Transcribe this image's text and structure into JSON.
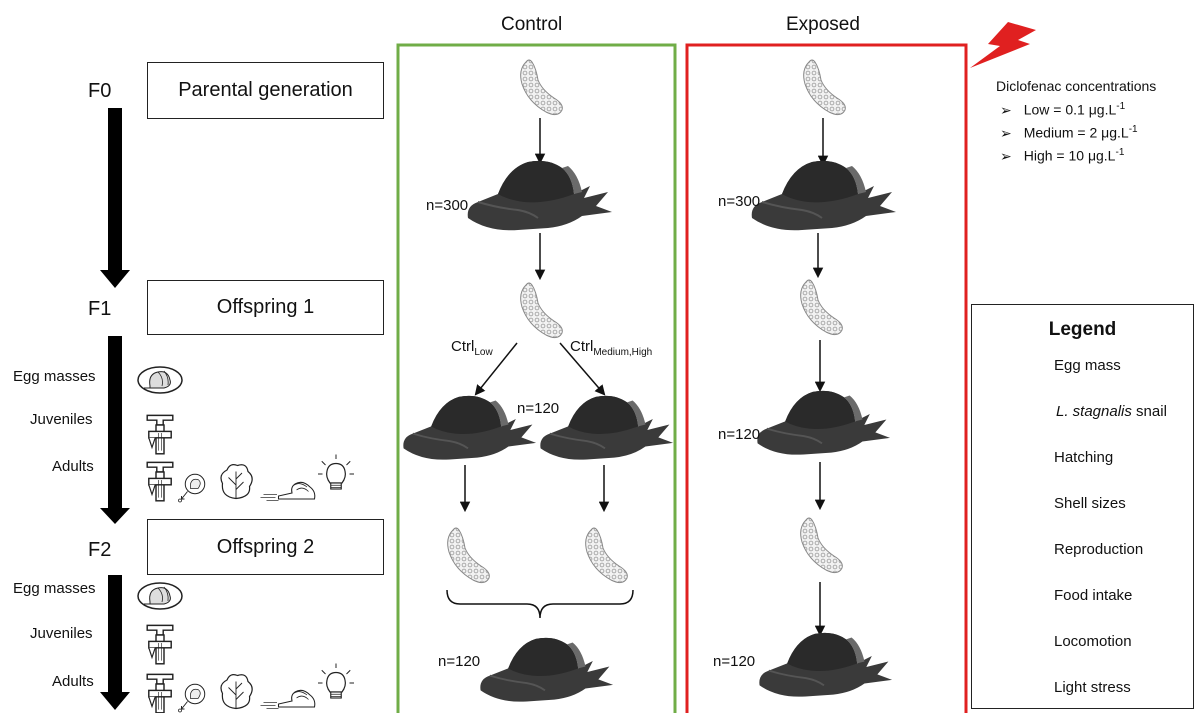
{
  "columns": {
    "control_title": "Control",
    "exposed_title": "Exposed",
    "control_color": "#70AD47",
    "exposed_color": "#E02020"
  },
  "generations": {
    "f0": {
      "code": "F0",
      "label": "Parental generation"
    },
    "f1": {
      "code": "F1",
      "label": "Offspring 1"
    },
    "f2": {
      "code": "F2",
      "label": "Offspring 2"
    }
  },
  "measurements": {
    "f1": [
      "Egg masses",
      "Juveniles",
      "Adults"
    ],
    "f2": [
      "Egg masses",
      "Juveniles",
      "Adults"
    ]
  },
  "sample_sizes": {
    "control_f0": "n=300",
    "exposed_f0": "n=300",
    "control_f1": "n=120",
    "exposed_f1": "n=120",
    "control_f2": "n=120",
    "exposed_f2": "n=120"
  },
  "branches": {
    "left_base": "Ctrl",
    "left_sub": "Low",
    "right_base": "Ctrl",
    "right_sub": "Medium,High"
  },
  "concentrations": {
    "title": "Diclofenac concentrations",
    "items": [
      {
        "name": "Low",
        "value": "0.1",
        "unit": "μg.L",
        "exp": "-1"
      },
      {
        "name": "Medium",
        "value": "2",
        "unit": "μg.L",
        "exp": "-1"
      },
      {
        "name": "High",
        "value": "10",
        "unit": "μg.L",
        "exp": "-1"
      }
    ],
    "bullet": "➢",
    "bolt_color": "#E02020",
    "bolt_icon": "lightning-bolt-icon"
  },
  "legend": {
    "title": "Legend",
    "items": [
      {
        "icon": "egg-mass-icon",
        "label": "Egg mass"
      },
      {
        "icon": "snail-icon",
        "label": "L. stagnalis snail",
        "italic_part": "L. stagnalis",
        "rest": " snail"
      },
      {
        "icon": "hatching-icon",
        "label": "Hatching"
      },
      {
        "icon": "caliper-icon",
        "label": "Shell sizes"
      },
      {
        "icon": "reproduction-icon",
        "label": "Reproduction"
      },
      {
        "icon": "lettuce-icon",
        "label": "Food intake"
      },
      {
        "icon": "locomotion-icon",
        "label": "Locomotion"
      },
      {
        "icon": "light-bulb-icon",
        "label": "Light stress"
      }
    ]
  }
}
